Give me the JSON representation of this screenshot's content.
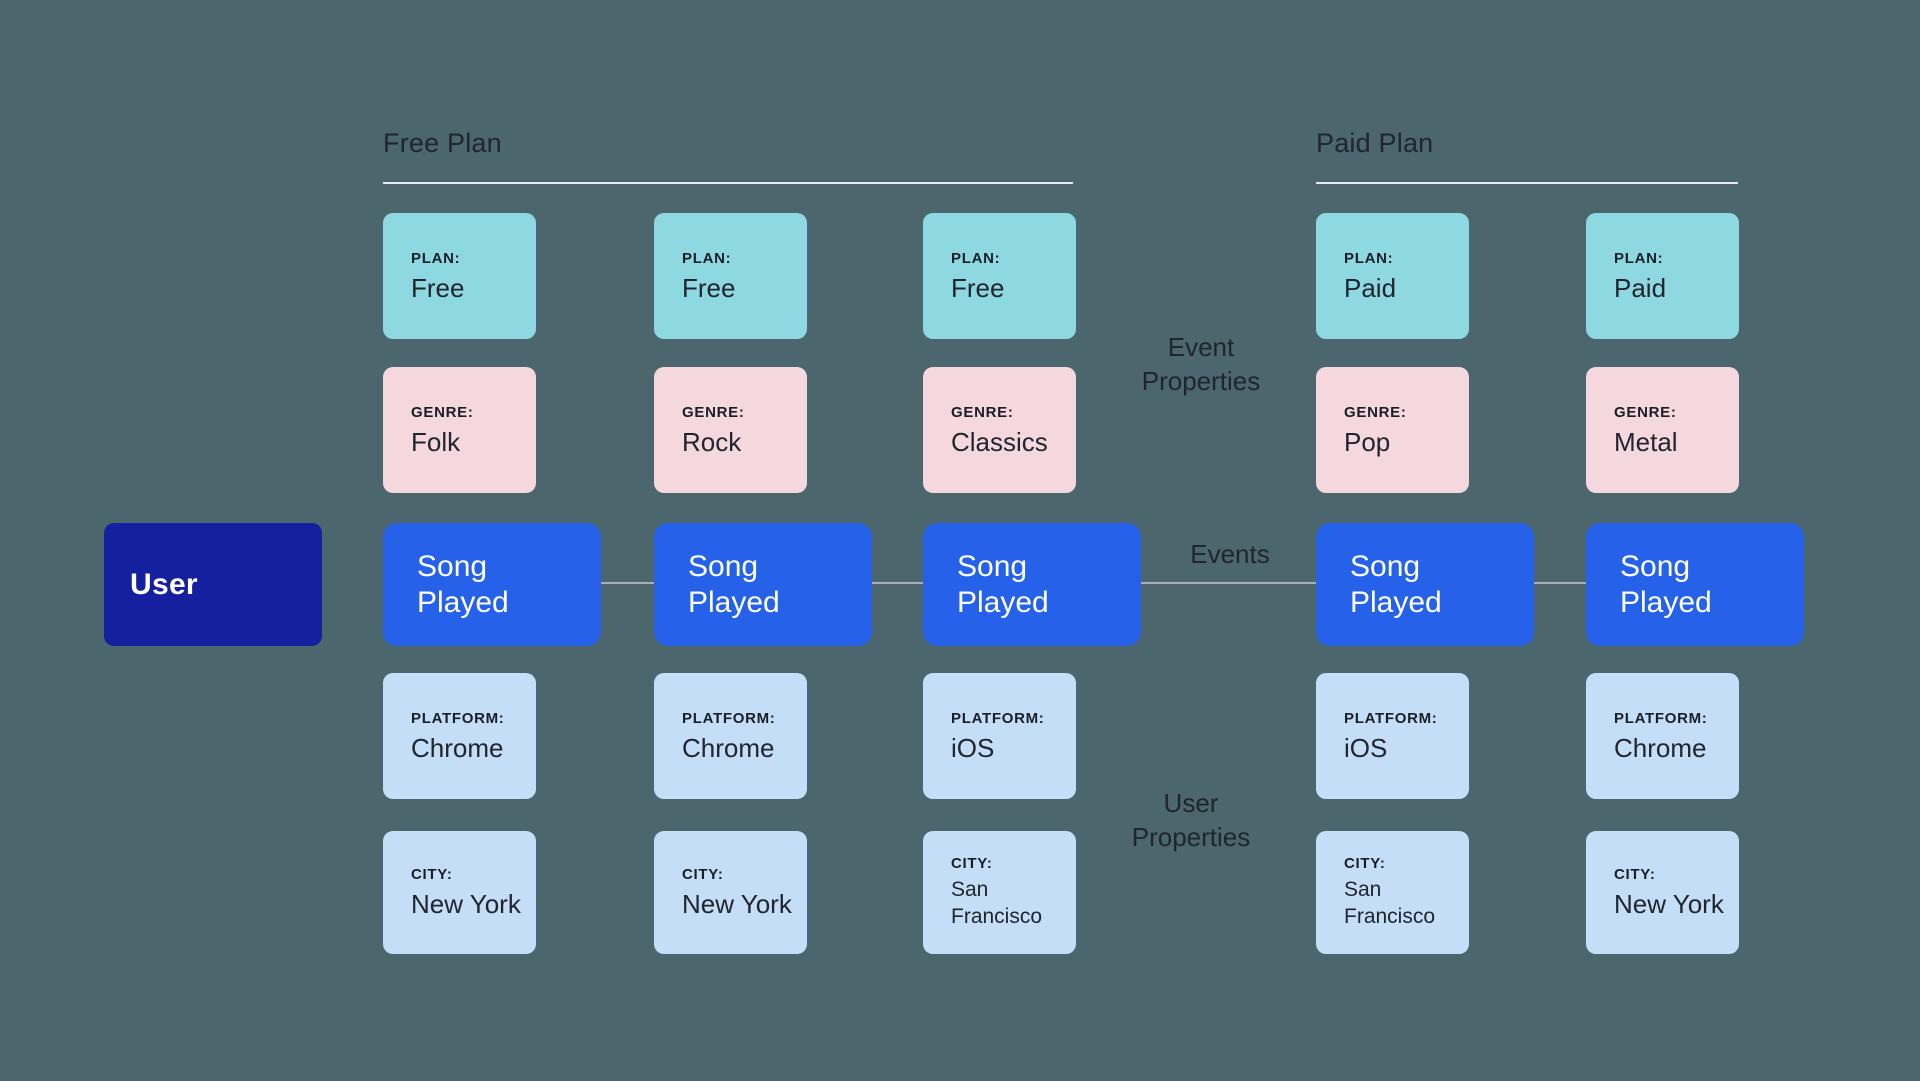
{
  "headers": {
    "free": "Free Plan",
    "paid": "Paid Plan"
  },
  "user_node": {
    "label": "User"
  },
  "axis_labels": {
    "event_properties": "Event Properties",
    "events": "Events",
    "user_properties": "User Properties"
  },
  "field_labels": {
    "plan": "PLAN:",
    "genre": "GENRE:",
    "platform": "PLATFORM:",
    "city": "CITY:"
  },
  "sessions": [
    {
      "group": "Free Plan",
      "plan": "Free",
      "genre": "Folk",
      "event": "Song Played",
      "platform": "Chrome",
      "city": "New York"
    },
    {
      "group": "Free Plan",
      "plan": "Free",
      "genre": "Rock",
      "event": "Song Played",
      "platform": "Chrome",
      "city": "New York"
    },
    {
      "group": "Free Plan",
      "plan": "Free",
      "genre": "Classics",
      "event": "Song Played",
      "platform": "iOS",
      "city": "San Francisco"
    },
    {
      "group": "Paid Plan",
      "plan": "Paid",
      "genre": "Pop",
      "event": "Song Played",
      "platform": "iOS",
      "city": "San Francisco"
    },
    {
      "group": "Paid Plan",
      "plan": "Paid",
      "genre": "Metal",
      "event": "Song Played",
      "platform": "Chrome",
      "city": "New York"
    }
  ],
  "colors": {
    "background": "#4C666E",
    "user_node": "#14209E",
    "event_node": "#2562E9",
    "plan_card": "#8ED9E1",
    "genre_card": "#F5D7DE",
    "user_property_card": "#C4DEF8",
    "dark_text": "#21252E",
    "white_text": "#FFFFFF",
    "connector_line": "#A9AFB5",
    "header_underline": "#E8EAF3"
  }
}
